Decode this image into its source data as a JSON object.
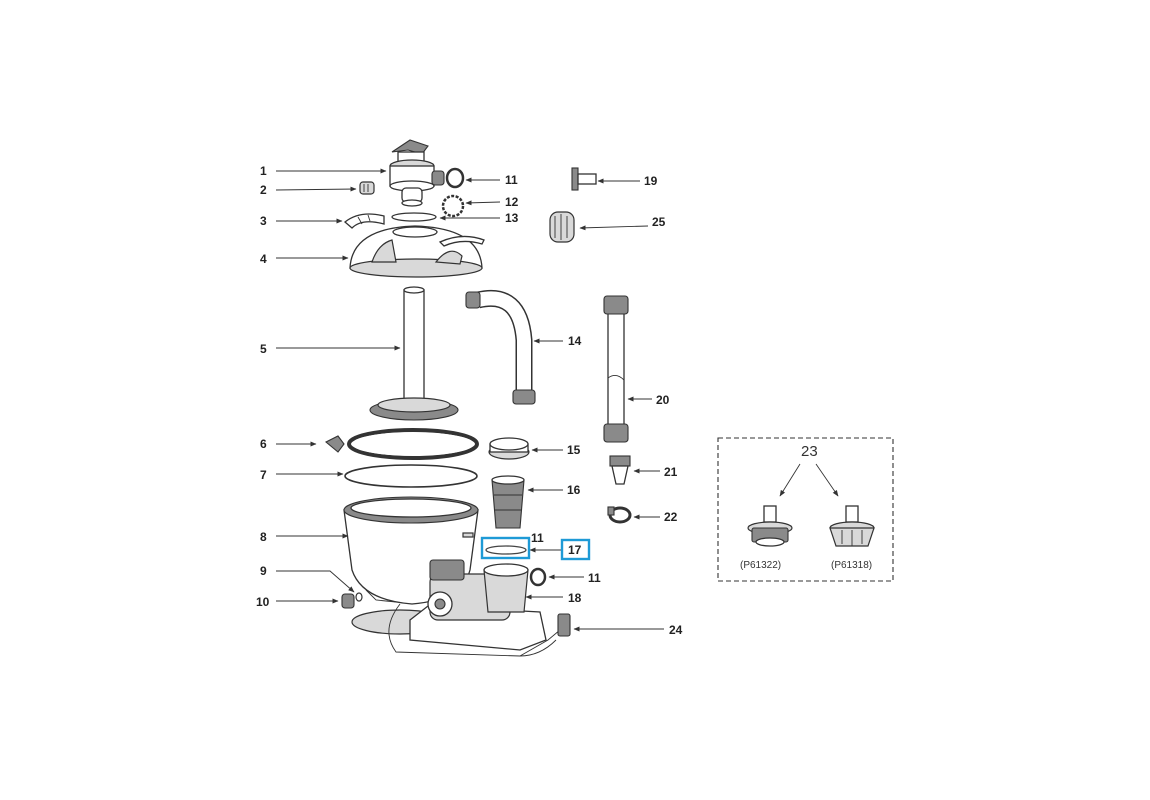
{
  "callouts": [
    {
      "id": "c1",
      "label": "1"
    },
    {
      "id": "c2",
      "label": "2"
    },
    {
      "id": "c3",
      "label": "3"
    },
    {
      "id": "c4",
      "label": "4"
    },
    {
      "id": "c5",
      "label": "5"
    },
    {
      "id": "c6",
      "label": "6"
    },
    {
      "id": "c7",
      "label": "7"
    },
    {
      "id": "c8",
      "label": "8"
    },
    {
      "id": "c9",
      "label": "9"
    },
    {
      "id": "c10",
      "label": "10"
    },
    {
      "id": "c11a",
      "label": "11"
    },
    {
      "id": "c11b",
      "label": "11"
    },
    {
      "id": "c11c",
      "label": "11"
    },
    {
      "id": "c12",
      "label": "12"
    },
    {
      "id": "c13",
      "label": "13"
    },
    {
      "id": "c14",
      "label": "14"
    },
    {
      "id": "c15",
      "label": "15"
    },
    {
      "id": "c16",
      "label": "16"
    },
    {
      "id": "c17",
      "label": "17"
    },
    {
      "id": "c18",
      "label": "18"
    },
    {
      "id": "c19",
      "label": "19"
    },
    {
      "id": "c20",
      "label": "20"
    },
    {
      "id": "c21",
      "label": "21"
    },
    {
      "id": "c22",
      "label": "22"
    },
    {
      "id": "c24",
      "label": "24"
    },
    {
      "id": "c25",
      "label": "25"
    }
  ],
  "inset": {
    "label": "23",
    "left_code": "(P61322)",
    "right_code": "(P61318)"
  },
  "highlight": {
    "part": "17",
    "color": "#1e9ad6"
  }
}
